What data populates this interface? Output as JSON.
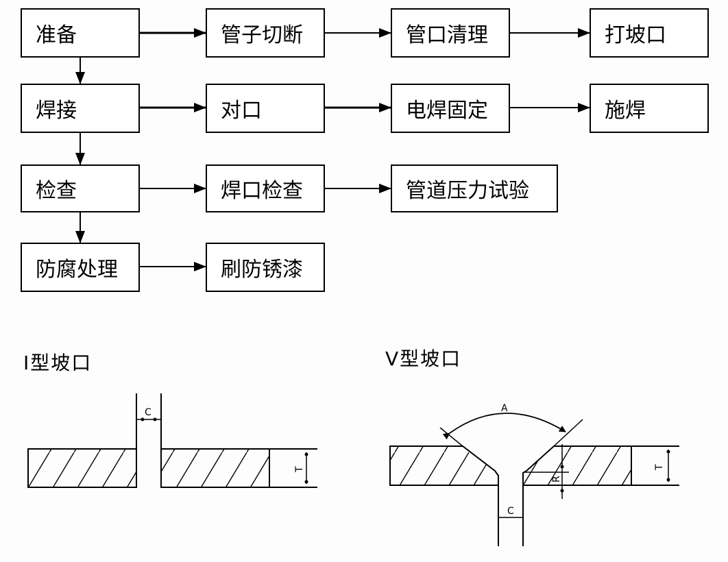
{
  "flowchart": {
    "rows": [
      {
        "main": "准备",
        "steps": [
          "管子切断",
          "管口清理",
          "打坡口"
        ]
      },
      {
        "main": "焊接",
        "steps": [
          "对口",
          "电焊固定",
          "施焊"
        ]
      },
      {
        "main": "检查",
        "steps": [
          "焊口检查",
          "管道压力试验"
        ]
      },
      {
        "main": "防腐处理",
        "steps": [
          "刷防锈漆"
        ]
      }
    ]
  },
  "diagrams": {
    "i_groove": {
      "title": "I型坡口",
      "gap_label": "C",
      "thickness_label": "T"
    },
    "v_groove": {
      "title": "V型坡口",
      "angle_label": "A",
      "root_face_label": "R",
      "gap_label": "C",
      "thickness_label": "T"
    }
  }
}
